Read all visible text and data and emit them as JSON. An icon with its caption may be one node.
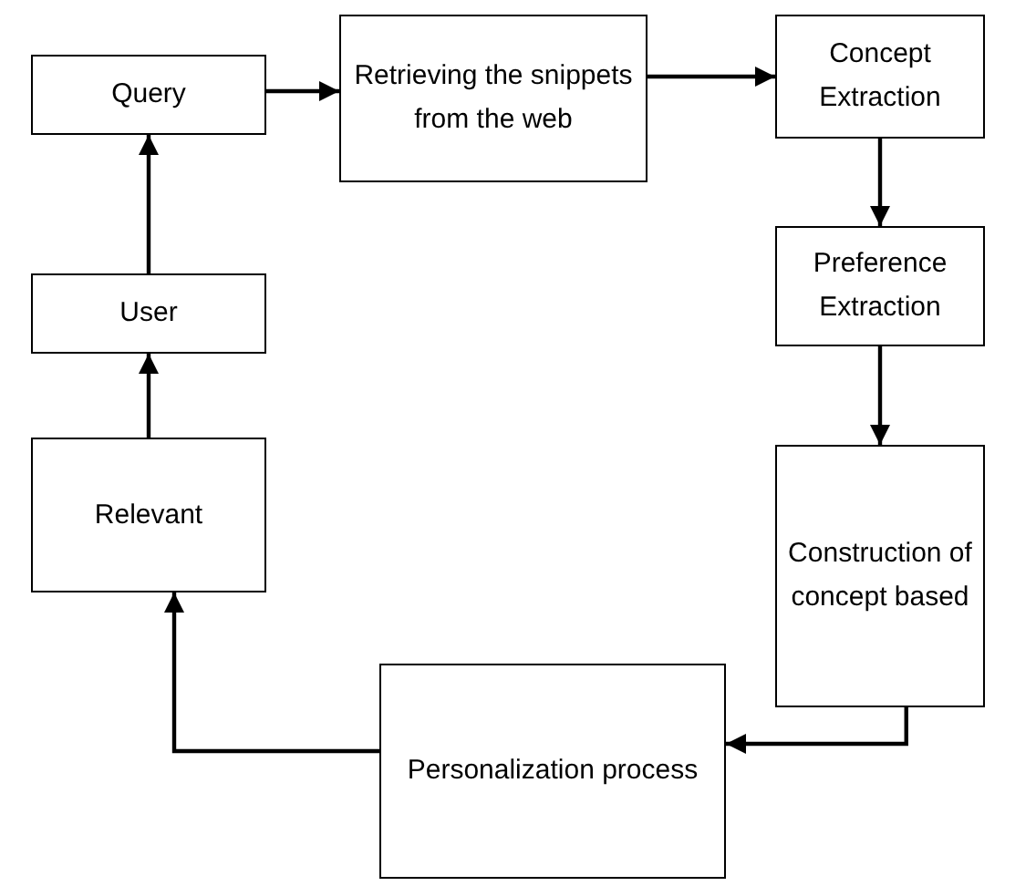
{
  "diagram": {
    "nodes": [
      {
        "text": [
          "Query"
        ]
      },
      {
        "text": [
          "Retrieving the snippets from the web"
        ]
      },
      {
        "text": [
          "Concept Extraction"
        ]
      },
      {
        "text": [
          "Preference Extraction"
        ]
      },
      {
        "text": [
          "Construction of concept based"
        ]
      },
      {
        "text": [
          "Personalization process"
        ]
      },
      {
        "text": [
          "Relevant"
        ]
      },
      {
        "text": [
          "User"
        ]
      }
    ],
    "edges": [
      {
        "from": 0,
        "to": 1,
        "arrow": "to"
      },
      {
        "from": 1,
        "to": 2,
        "arrow": "to"
      },
      {
        "from": 2,
        "to": 3,
        "arrow": "to"
      },
      {
        "from": 3,
        "to": 4,
        "arrow": "to"
      },
      {
        "from": 4,
        "to": 5,
        "arrow": "to"
      },
      {
        "from": 5,
        "to": 6,
        "arrow": "to"
      },
      {
        "from": 6,
        "to": 7,
        "arrow": "to"
      },
      {
        "from": 7,
        "to": 0,
        "arrow": "to"
      }
    ]
  }
}
